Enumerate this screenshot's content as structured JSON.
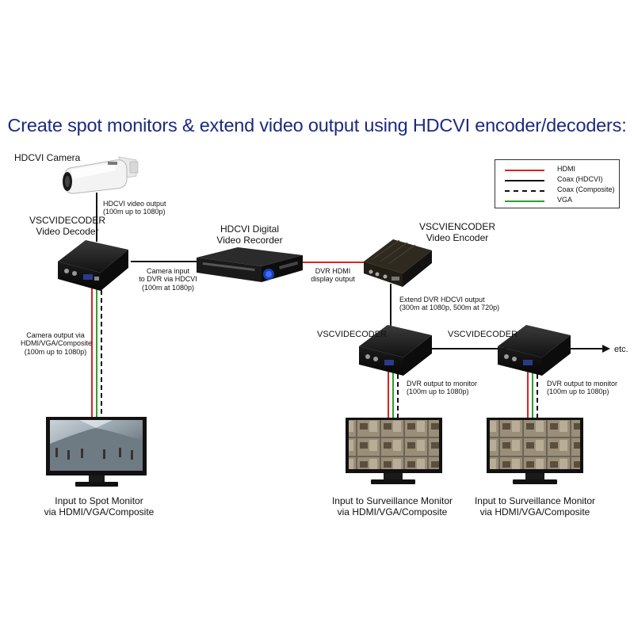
{
  "title": "Create spot monitors & extend video output using HDCVI encoder/decoders:",
  "legend": [
    {
      "label": "HDMI",
      "color": "#e02020",
      "style": "solid"
    },
    {
      "label": "Coax (HDCVI)",
      "color": "#111111",
      "style": "solid"
    },
    {
      "label": "Coax (Composite)",
      "color": "#111111",
      "style": "dashed"
    },
    {
      "label": "VGA",
      "color": "#2aa02a",
      "style": "solid"
    }
  ],
  "devices": {
    "camera": {
      "label": "HDCVI Camera"
    },
    "decoder_main": {
      "line1": "VSCVIDECODER",
      "line2": "Video Decoder"
    },
    "dvr": {
      "line1": "HDCVI Digital",
      "line2": "Video Recorder"
    },
    "encoder": {
      "line1": "VSCVIENCODER",
      "line2": "Video Encoder"
    },
    "decoder_a": {
      "label": "VSCVIDECODER"
    },
    "decoder_b": {
      "label": "VSCVIDECODER"
    },
    "etc": "etc."
  },
  "annotations": {
    "camera_out": {
      "line1": "HDCVI video output",
      "line2": "(100m up to 1080p)"
    },
    "camera_in": {
      "line1": "Camera input",
      "line2": "to DVR via HDCVI",
      "line3": "(100m at 1080p)"
    },
    "dvr_hdmi": {
      "line1": "DVR HDMI",
      "line2": "display output"
    },
    "extend": {
      "line1": "Extend DVR HDCVI output",
      "line2": "(300m at 1080p, 500m at 720p)"
    },
    "camera_output": {
      "line1": "Camera output via",
      "line2": "HDMI/VGA/Composite",
      "line3": "(100m up to 1080p)"
    },
    "dvr_out_a": {
      "line1": "DVR output to monitor",
      "line2": "(100m up to 1080p)"
    },
    "dvr_out_b": {
      "line1": "DVR output to monitor",
      "line2": "(100m up to 1080p)"
    }
  },
  "monitors": {
    "spot": {
      "line1": "Input to Spot Monitor",
      "line2": "via HDMI/VGA/Composite"
    },
    "surv_a": {
      "line1": "Input to Surveillance Monitor",
      "line2": "via HDMI/VGA/Composite"
    },
    "surv_b": {
      "line1": "Input to Surveillance Monitor",
      "line2": "via HDMI/VGA/Composite"
    }
  }
}
